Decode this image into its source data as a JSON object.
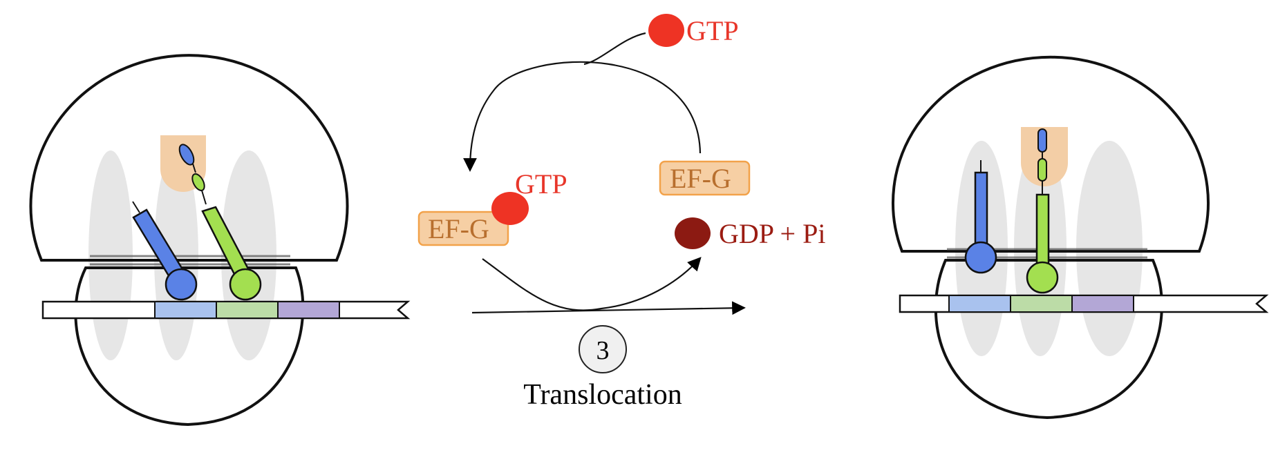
{
  "labels": {
    "gtp_top": "GTP",
    "gtp_mid": "GTP",
    "efg_right": "EF-G",
    "efg_left": "EF-G",
    "gdp_pi": "GDP + Pi",
    "step_number": "3",
    "step_name": "Translocation"
  },
  "colors": {
    "gtp": "#ee3324",
    "gdp": "#8c1a12",
    "efg_fill": "#f6cfa4",
    "efg_stroke": "#f2a24a",
    "efg_text": "#b86f2e",
    "trna_blue": "#5a82e6",
    "trna_green": "#a3df50",
    "codon_blue": "#a9c2ee",
    "codon_green": "#bcdca7",
    "codon_purple": "#b3a7d6",
    "tunnel": "#f3cea6",
    "site_gray": "#e6e6e6",
    "step_circle": "#f0f0f0"
  }
}
